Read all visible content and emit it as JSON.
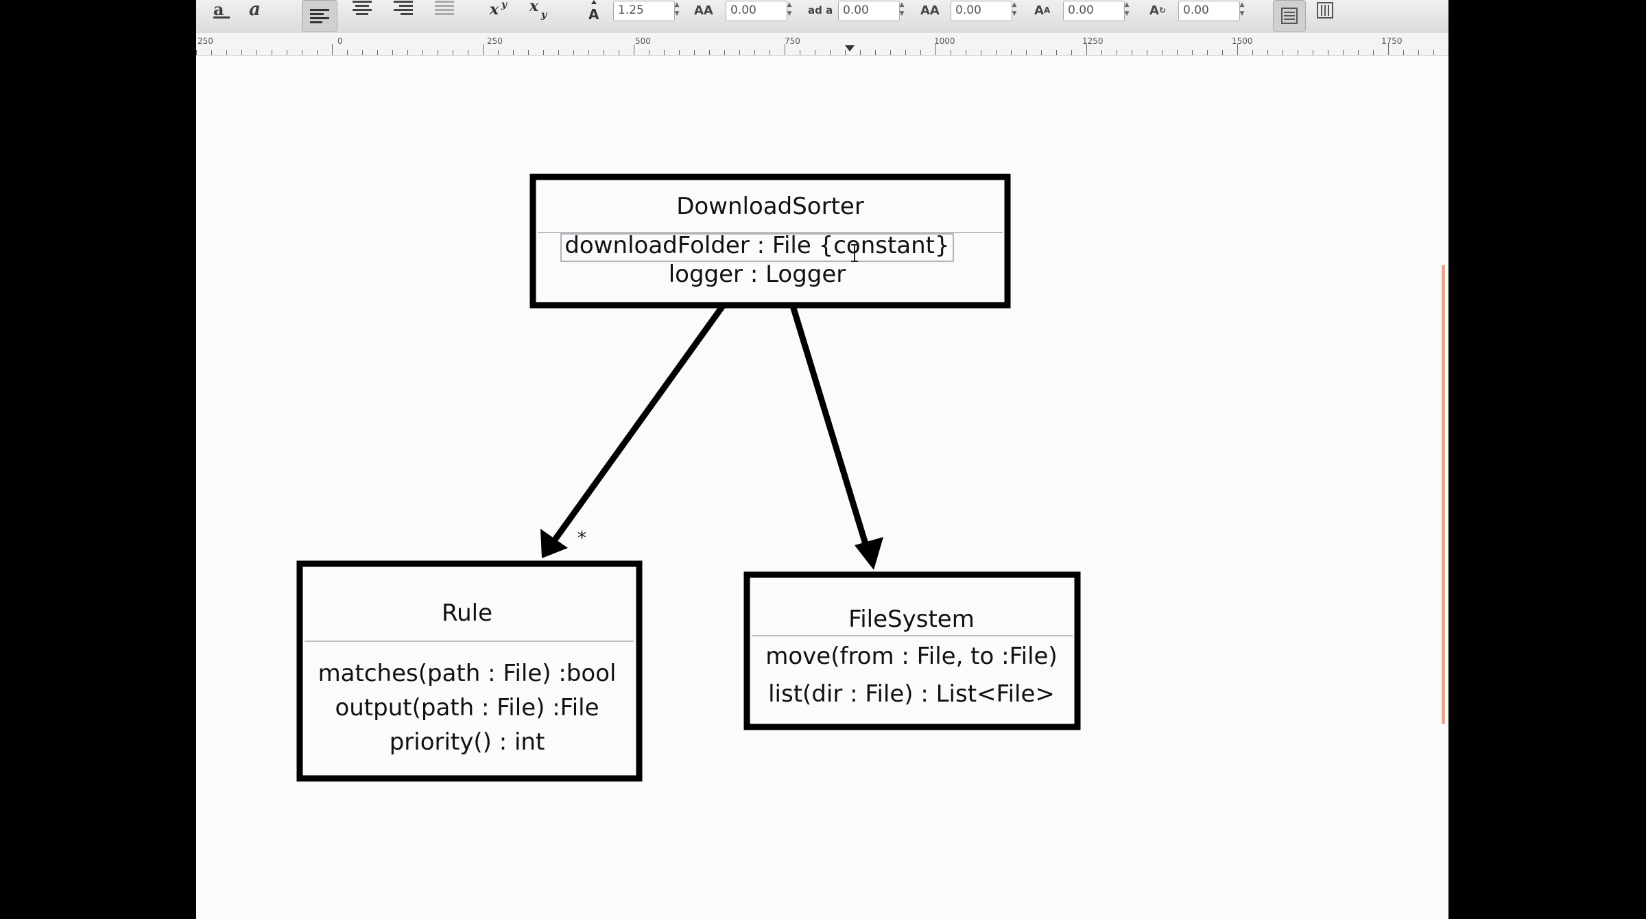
{
  "toolbar": {
    "line_spacing": "1.25",
    "letter_spacing": "0.00",
    "word_spacing": "0.00",
    "kerning": "0.00",
    "vertical_shift": "0.00",
    "rotation": "0.00"
  },
  "ruler": {
    "labels": [
      "250",
      "0",
      "250",
      "500",
      "750",
      "1000",
      "1250",
      "1500",
      "1750"
    ]
  },
  "diagram": {
    "classes": [
      {
        "name": "DownloadSorter",
        "members": [
          "downloadFolder : File {constant}",
          "logger : Logger"
        ]
      },
      {
        "name": "Rule",
        "members": [
          "matches(path : File) :bool",
          "output(path : File) :File",
          "priority() : int"
        ]
      },
      {
        "name": "FileSystem",
        "members": [
          "move(from : File, to :File)",
          "list(dir : File) : List<File>"
        ]
      }
    ],
    "multiplicity_rule": "*"
  },
  "colors": {
    "canvas": "#fbfbfb",
    "toolbar": "#e6e6e6",
    "scroll_indicator": "#e8a68c"
  }
}
